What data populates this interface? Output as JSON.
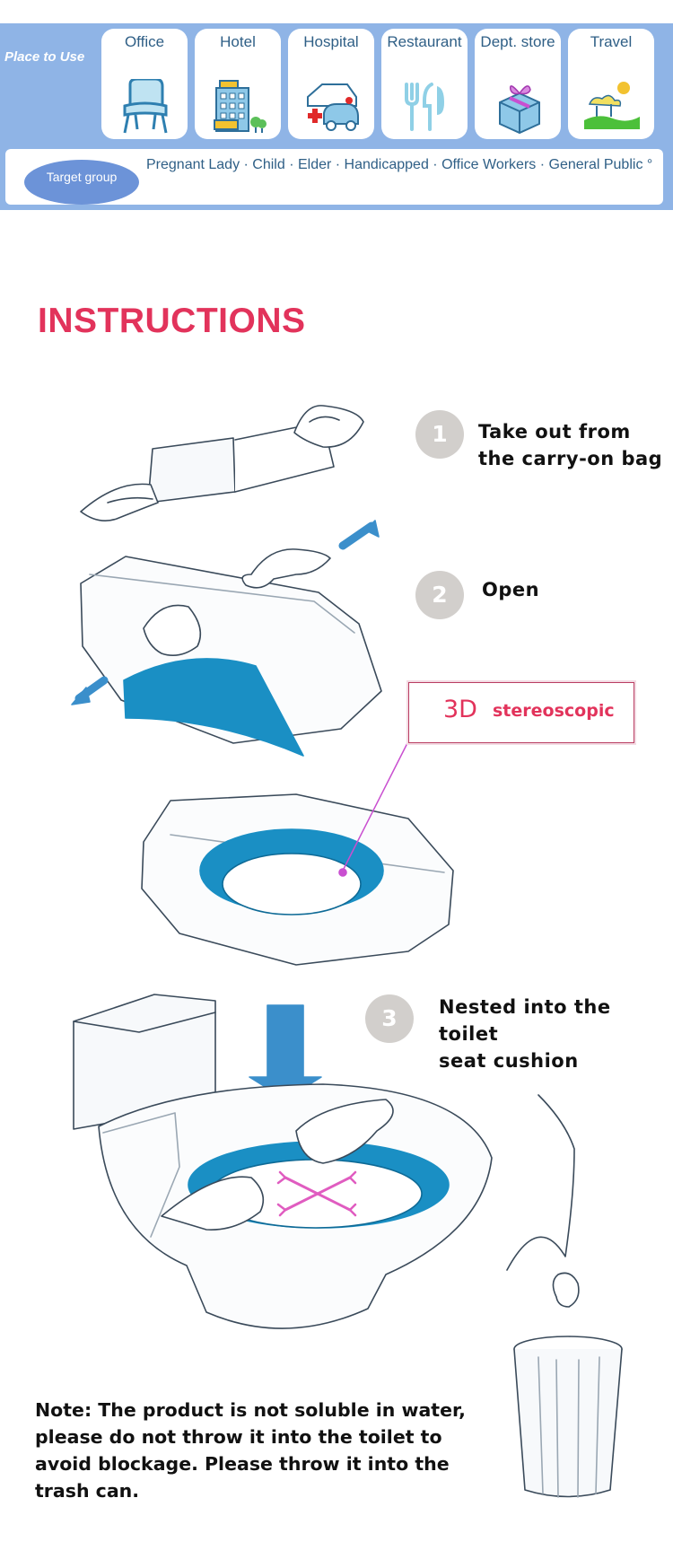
{
  "place_to_use": {
    "label": "Place to Use",
    "places": [
      {
        "label": "Office",
        "icon": "chair-icon"
      },
      {
        "label": "Hotel",
        "icon": "hotel-building-icon"
      },
      {
        "label": "Hospital",
        "icon": "hospital-ambulance-icon"
      },
      {
        "label": "Restaurant",
        "icon": "fork-knife-icon"
      },
      {
        "label": "Dept. store",
        "icon": "gift-box-icon"
      },
      {
        "label": "Travel",
        "icon": "travel-landscape-icon"
      }
    ]
  },
  "target_group": {
    "label": "Target group",
    "list": "Pregnant Lady · Child · Elder · Handicapped · Office Workers · General Public °"
  },
  "instructions": {
    "title": "INSTRUCTIONS",
    "steps": [
      {
        "number": "1",
        "text": "Take out from\nthe carry-on bag"
      },
      {
        "number": "2",
        "text": "Open"
      },
      {
        "number": "3",
        "text": "Nested into the toilet\nseat cushion"
      }
    ],
    "callout": {
      "big": "3D",
      "small": "stereoscopic"
    },
    "note": "Note: The product is not soluble in water,\nplease do not throw it into the toilet to\navoid blockage. Please throw it into the\n  trash can."
  },
  "colors": {
    "banner": "#8fb4e6",
    "title_accent": "#e2335b",
    "seat_blue": "#1a8fc4",
    "step_circle": "#d2cfcc"
  }
}
